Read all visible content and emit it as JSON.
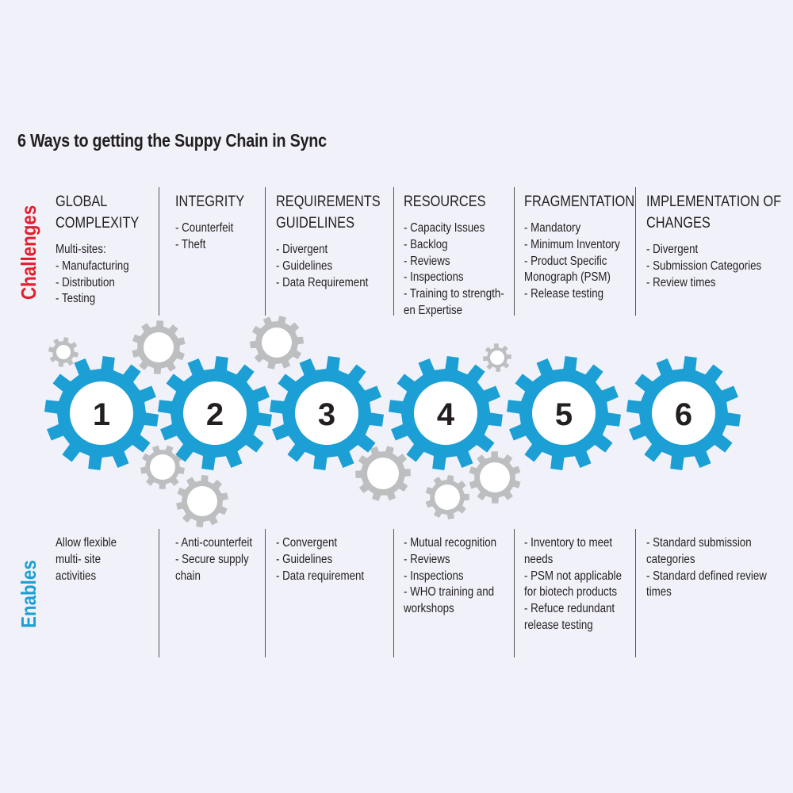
{
  "title": "6 Ways to getting the Suppy Chain in Sync",
  "side_labels": {
    "challenges": "Challenges",
    "enables": "Enables"
  },
  "colors": {
    "challenges": "#e31e2d",
    "enables": "#1b9fd4",
    "gear_blue": "#1b9fd4",
    "gear_gray": "#bcbec0"
  },
  "challenges": [
    {
      "head": [
        "GLOBAL",
        "COMPLEXITY"
      ],
      "intro": "Multi-sites:",
      "items": [
        "- Manufacturing",
        "- Distribution",
        "- Testing"
      ]
    },
    {
      "head": [
        "INTEGRITY"
      ],
      "items": [
        "- Counterfeit",
        "- Theft"
      ]
    },
    {
      "head": [
        "REQUIREMENTS",
        "GUIDELINES"
      ],
      "items": [
        "- Divergent",
        "- Guidelines",
        "- Data Requirement"
      ]
    },
    {
      "head": [
        "RESOURCES"
      ],
      "items": [
        "- Capacity Issues",
        "- Backlog",
        "- Reviews",
        "- Inspections",
        "- Training to strength-",
        "en Expertise"
      ]
    },
    {
      "head": [
        "FRAGMENTATION"
      ],
      "items": [
        "- Mandatory",
        "- Minimum Inventory",
        "- Product Specific",
        "Monograph (PSM)",
        "- Release testing"
      ]
    },
    {
      "head": [
        "IMPLEMENTATION OF",
        "CHANGES"
      ],
      "items": [
        "- Divergent",
        "- Submission Categories",
        "- Review times"
      ]
    }
  ],
  "enables": [
    {
      "items": [
        "Allow flexible",
        "multi- site",
        "activities"
      ]
    },
    {
      "items": [
        "- Anti-counterfeit",
        "- Secure supply",
        "chain"
      ]
    },
    {
      "items": [
        "- Convergent",
        "- Guidelines",
        "- Data requirement"
      ]
    },
    {
      "items": [
        "- Mutual recognition",
        "- Reviews",
        "- Inspections",
        "- WHO training and",
        "workshops"
      ]
    },
    {
      "items": [
        "- Inventory to meet",
        "needs",
        "- PSM not applicable",
        "for biotech products",
        "- Refuce redundant",
        "release testing"
      ]
    },
    {
      "items": [
        "- Standard submission",
        "categories",
        "- Standard defined review",
        "times"
      ]
    }
  ],
  "gears": [
    "1",
    "2",
    "3",
    "4",
    "5",
    "6"
  ]
}
